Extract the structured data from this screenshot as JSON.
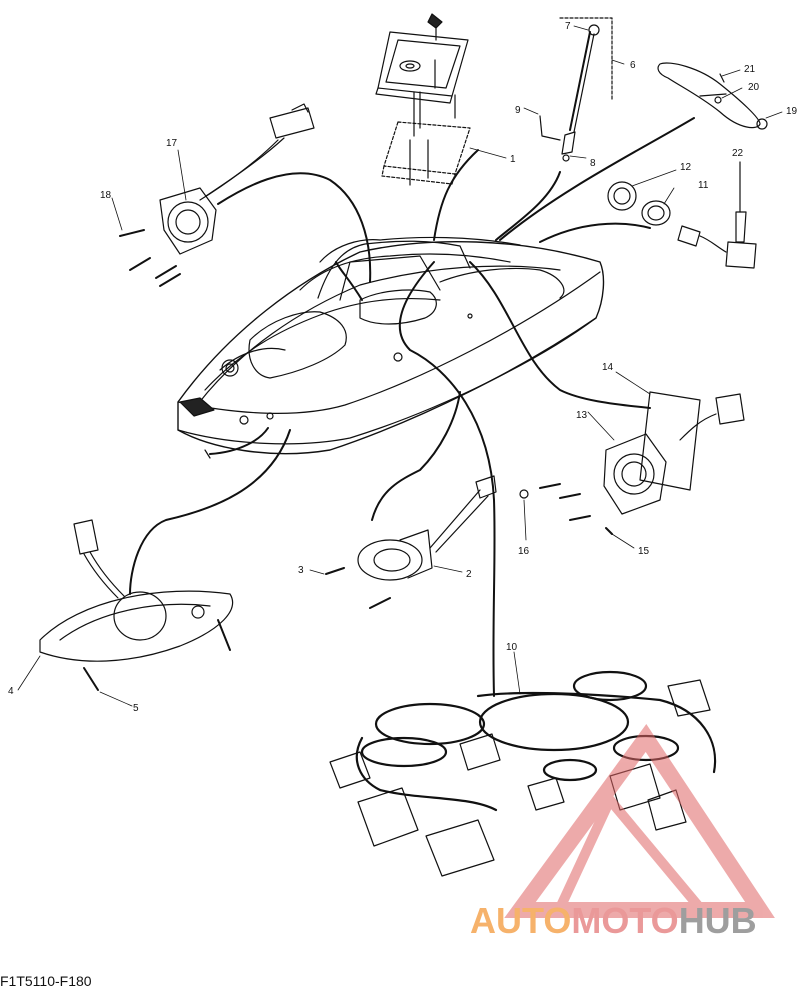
{
  "diagram": {
    "part_numbers": [
      "1",
      "2",
      "3",
      "4",
      "5",
      "6",
      "7",
      "8",
      "9",
      "10",
      "11",
      "12",
      "13",
      "14",
      "15",
      "16",
      "17",
      "18",
      "19",
      "20",
      "21",
      "22"
    ],
    "figure_code": "F1T5110-F180"
  },
  "watermark": {
    "auto": "AUTO",
    "moto": "MOTO",
    "hub": "HUB",
    "colors": {
      "triangle": "#e06666",
      "auto": "#f6b26b",
      "moto": "#ea9999",
      "hub": "#9e9e9e"
    }
  }
}
